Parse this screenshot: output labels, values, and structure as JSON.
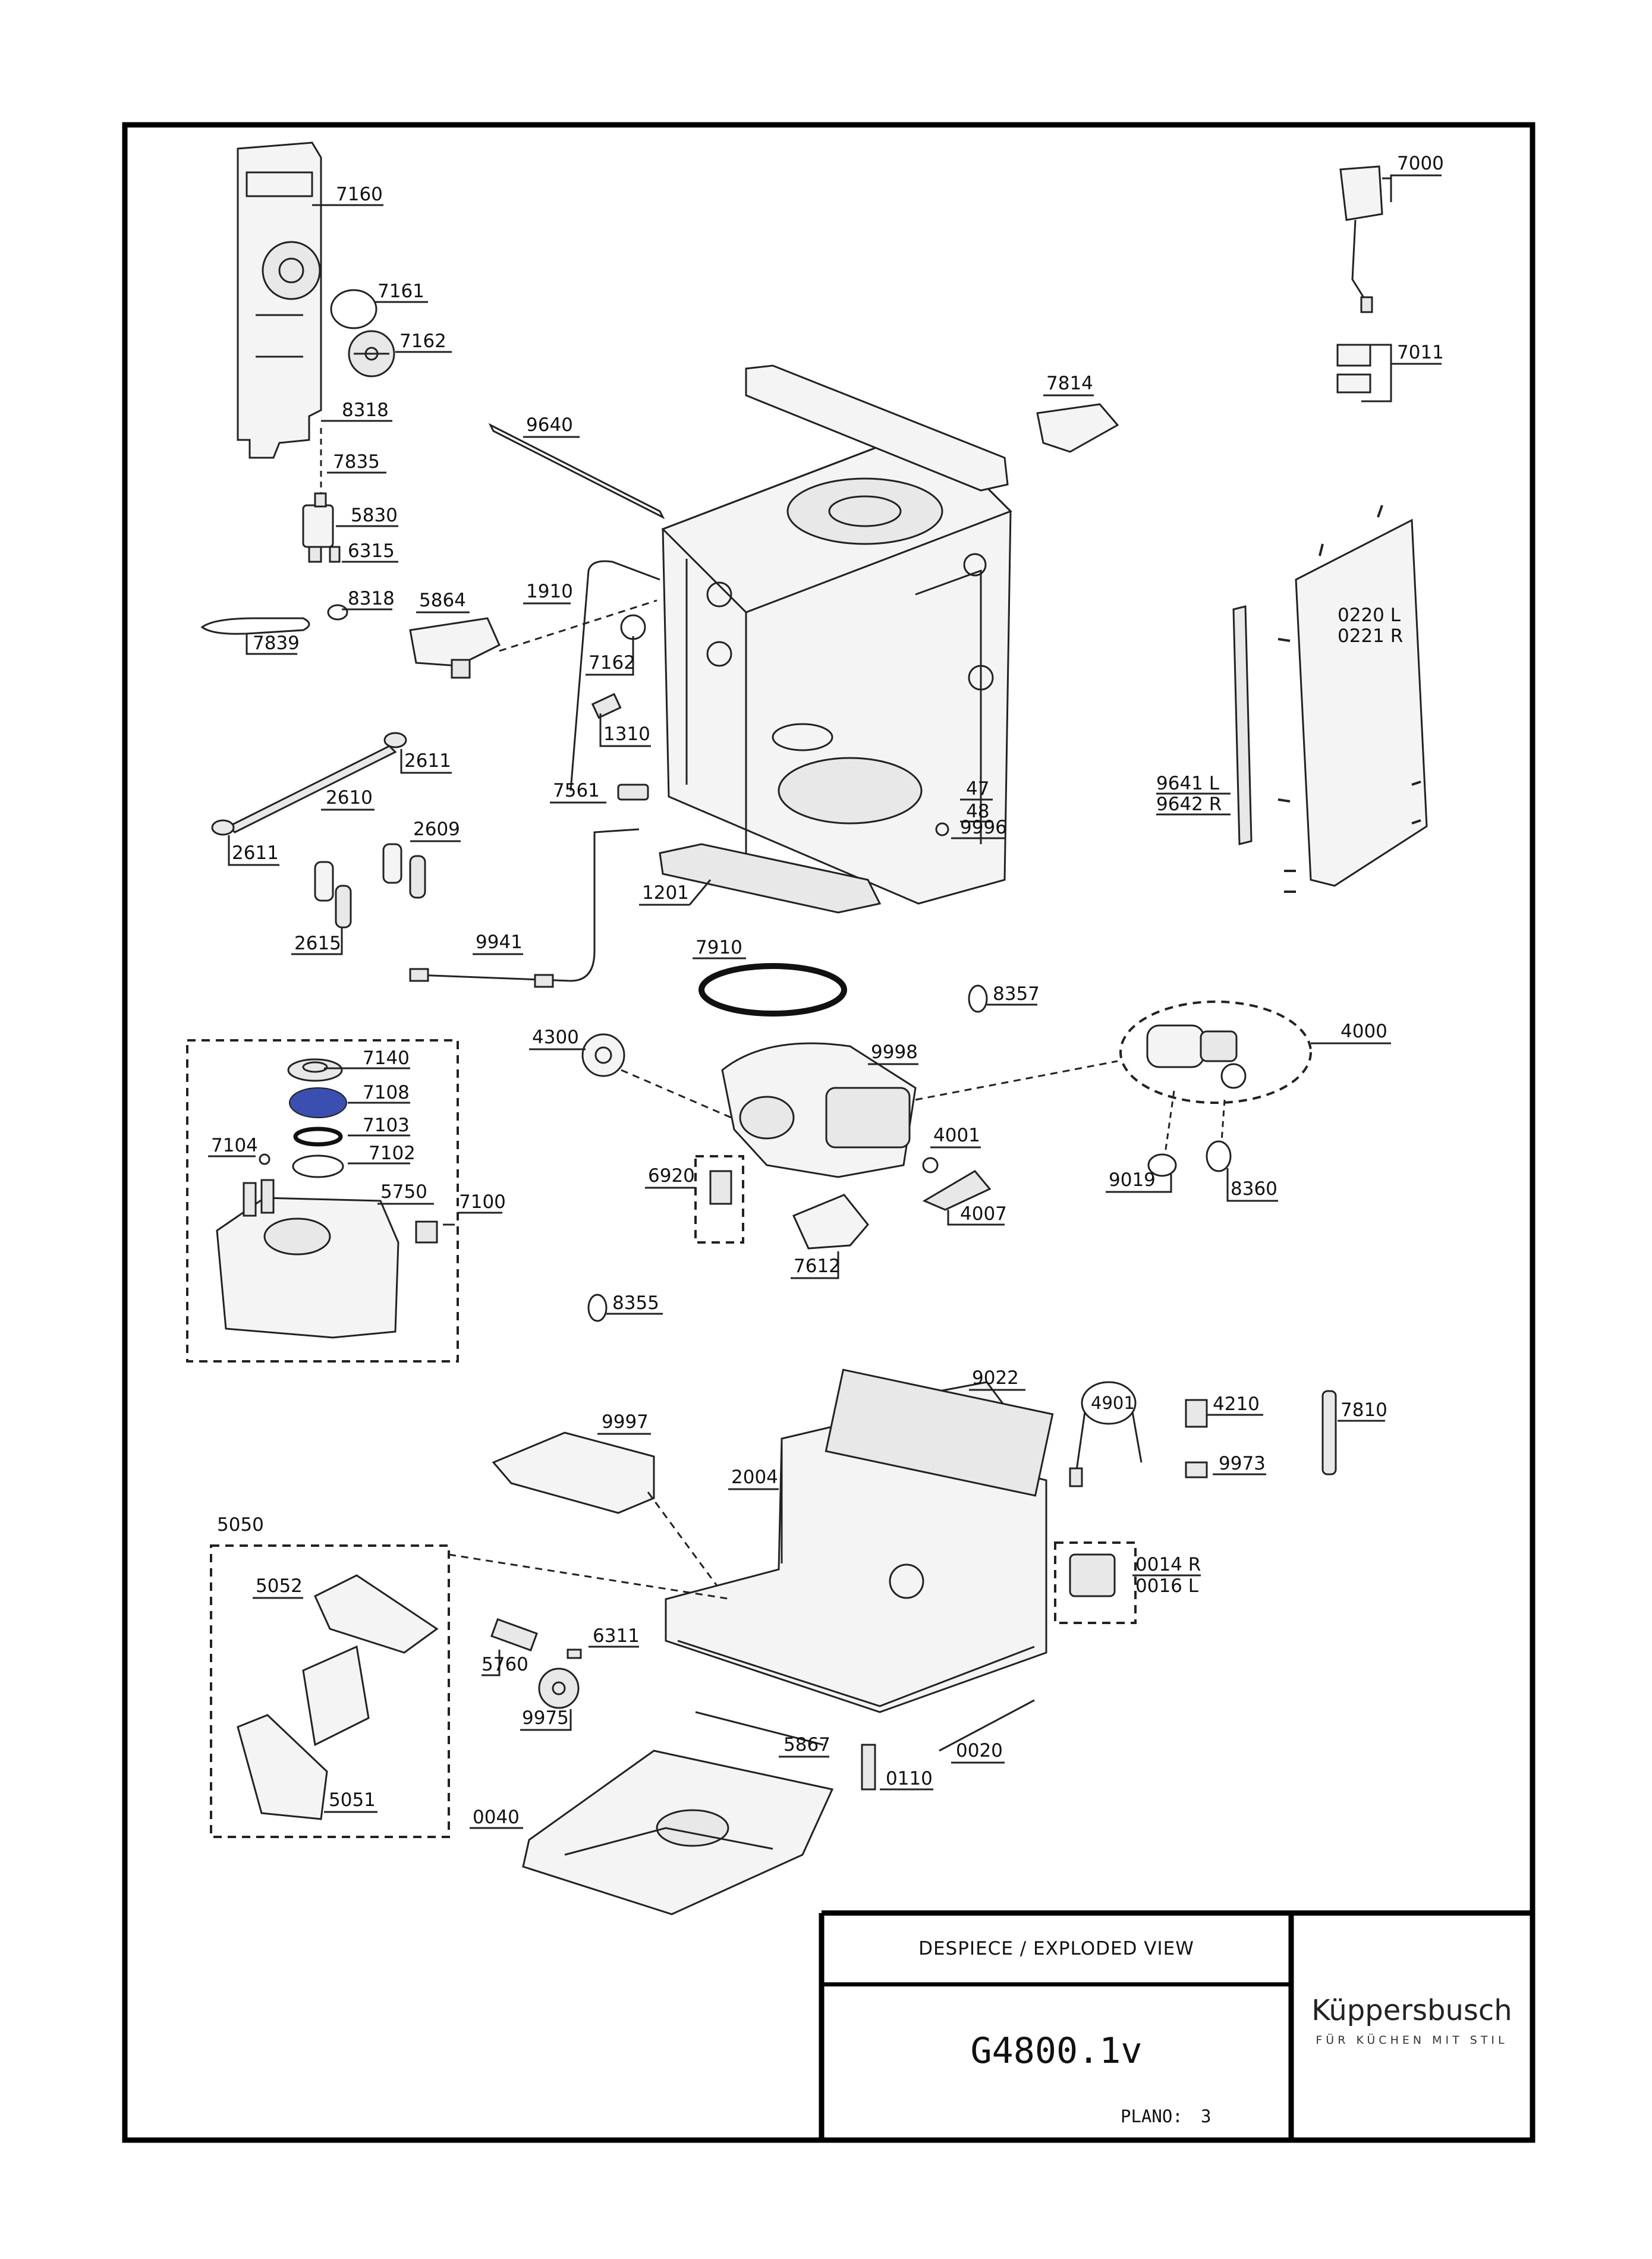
{
  "title_block": {
    "view_title": "DESPIECE / EXPLODED VIEW",
    "model": "G4800.1v",
    "plano_label": "PLANO:",
    "plano_number": "3",
    "brand_name": "Küppersbusch",
    "brand_slogan": "FÜR KÜCHEN MIT STIL"
  },
  "part_labels": {
    "p7160": "7160",
    "p7161": "7161",
    "p7162a": "7162",
    "p8318a": "8318",
    "p7835": "7835",
    "p5830": "5830",
    "p6315": "6315",
    "p7839": "7839",
    "p8318b": "8318",
    "p5864": "5864",
    "p1910": "1910",
    "p7162b": "7162",
    "p1310": "1310",
    "p9640": "9640",
    "p7814": "7814",
    "p7000": "7000",
    "p7011": "7011",
    "p0220": "0220 L",
    "p0221": "0221 R",
    "p9641": "9641 L",
    "p9642": "9642 R",
    "p2611a": "2611",
    "p2610": "2610",
    "p2611b": "2611",
    "p2609": "2609",
    "p2615": "2615",
    "p7561": "7561",
    "p47": "47",
    "p48": "48",
    "p9996": "9996",
    "p1201": "1201",
    "p9941": "9941",
    "p7910": "7910",
    "p8357": "8357",
    "p4000": "4000",
    "p4300": "4300",
    "p9998": "9998",
    "p4001": "4001",
    "p4007": "4007",
    "p9019": "9019",
    "p8360": "8360",
    "p6920": "6920",
    "p7612": "7612",
    "p8355": "8355",
    "p7140": "7140",
    "p7108": "7108",
    "p7103": "7103",
    "p7104": "7104",
    "p7102": "7102",
    "p5750": "5750",
    "p7100": "7100",
    "p9022": "9022",
    "p4901": "4901",
    "p4210": "4210",
    "p7810": "7810",
    "p9973": "9973",
    "p9997": "9997",
    "p2004": "2004",
    "p0014": "0014 R",
    "p0016": "0016 L",
    "p5050": "5050",
    "p5052": "5052",
    "p5051": "5051",
    "p5760": "5760",
    "p6311": "6311",
    "p9975": "9975",
    "p5867": "5867",
    "p0020": "0020",
    "p0110": "0110",
    "p0040": "0040"
  },
  "colors": {
    "frame": "#000000",
    "line": "#222222",
    "part_fill": "#f4f4f4",
    "softener_disc": "#3a4fb0"
  }
}
